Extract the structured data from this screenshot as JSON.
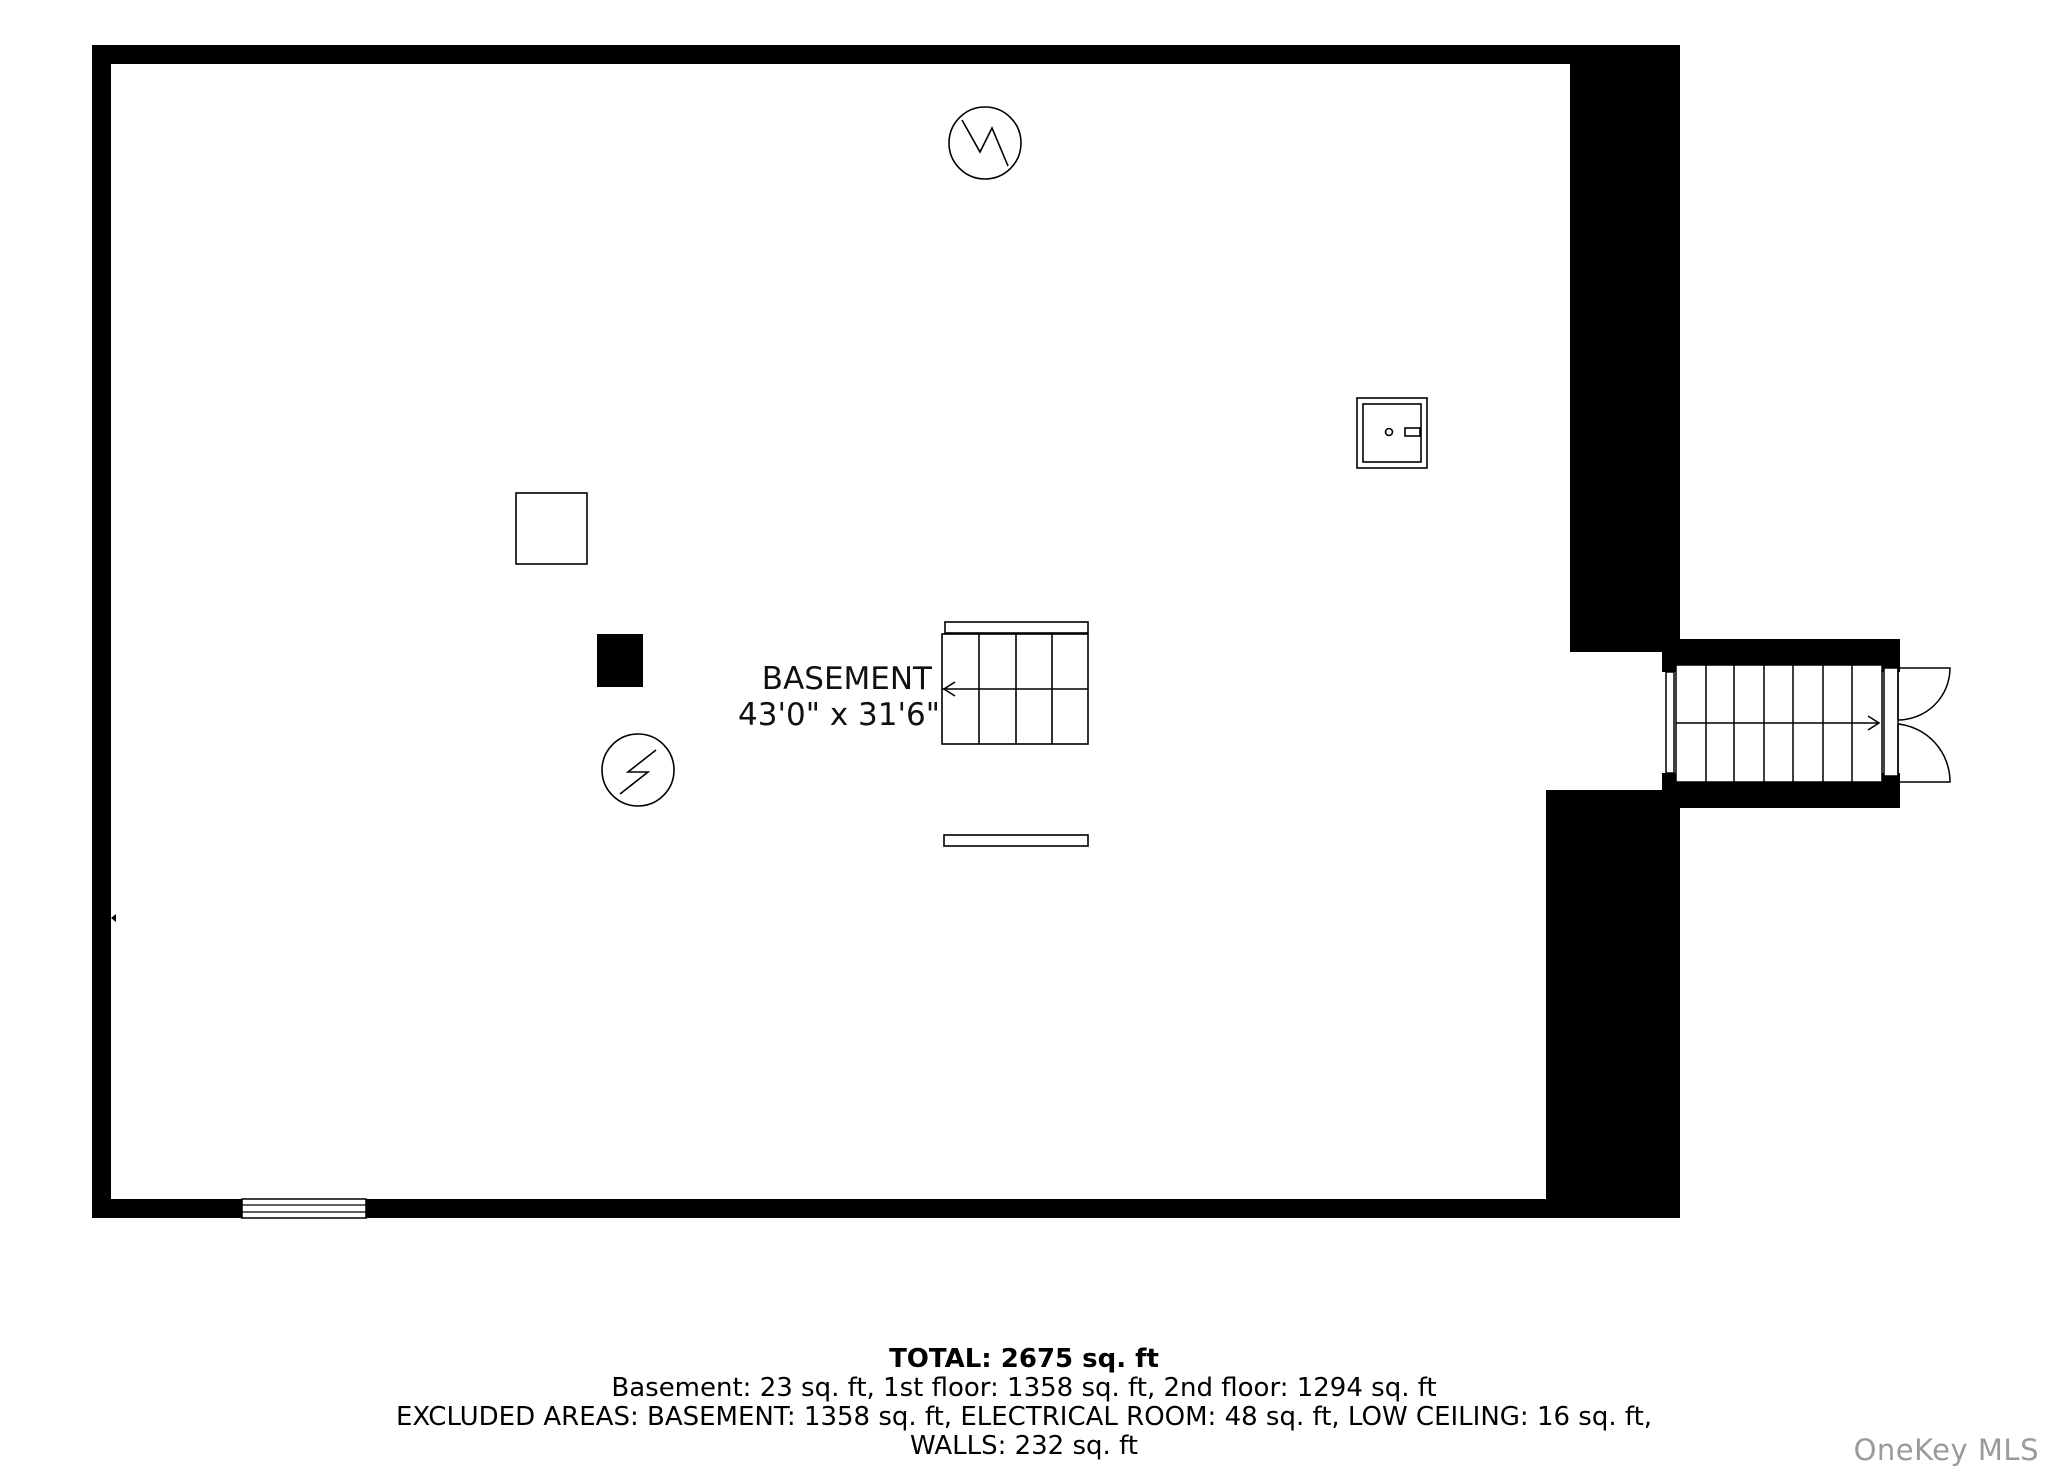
{
  "room": {
    "name": "BASEMENT",
    "dimensions": "43'0\" x 31'6\""
  },
  "summary": {
    "total": "TOTAL: 2675 sq. ft",
    "floors": "Basement: 23 sq. ft, 1st floor: 1358 sq. ft, 2nd floor: 1294 sq. ft",
    "excluded_line1": "EXCLUDED AREAS: BASEMENT: 1358 sq. ft, ELECTRICAL ROOM: 48 sq. ft, LOW CEILING: 16 sq. ft,",
    "excluded_line2": "WALLS: 232 sq. ft"
  },
  "watermark": "OneKey MLS",
  "icons": [
    "water-heater-icon",
    "electrical-panel-icon",
    "sink-icon",
    "column-icon",
    "stairs-icon",
    "exterior-door-icon",
    "window-icon"
  ],
  "colors": {
    "wall": "#000000",
    "floor": "#ffffff",
    "watermark": "#9a9a9a"
  }
}
